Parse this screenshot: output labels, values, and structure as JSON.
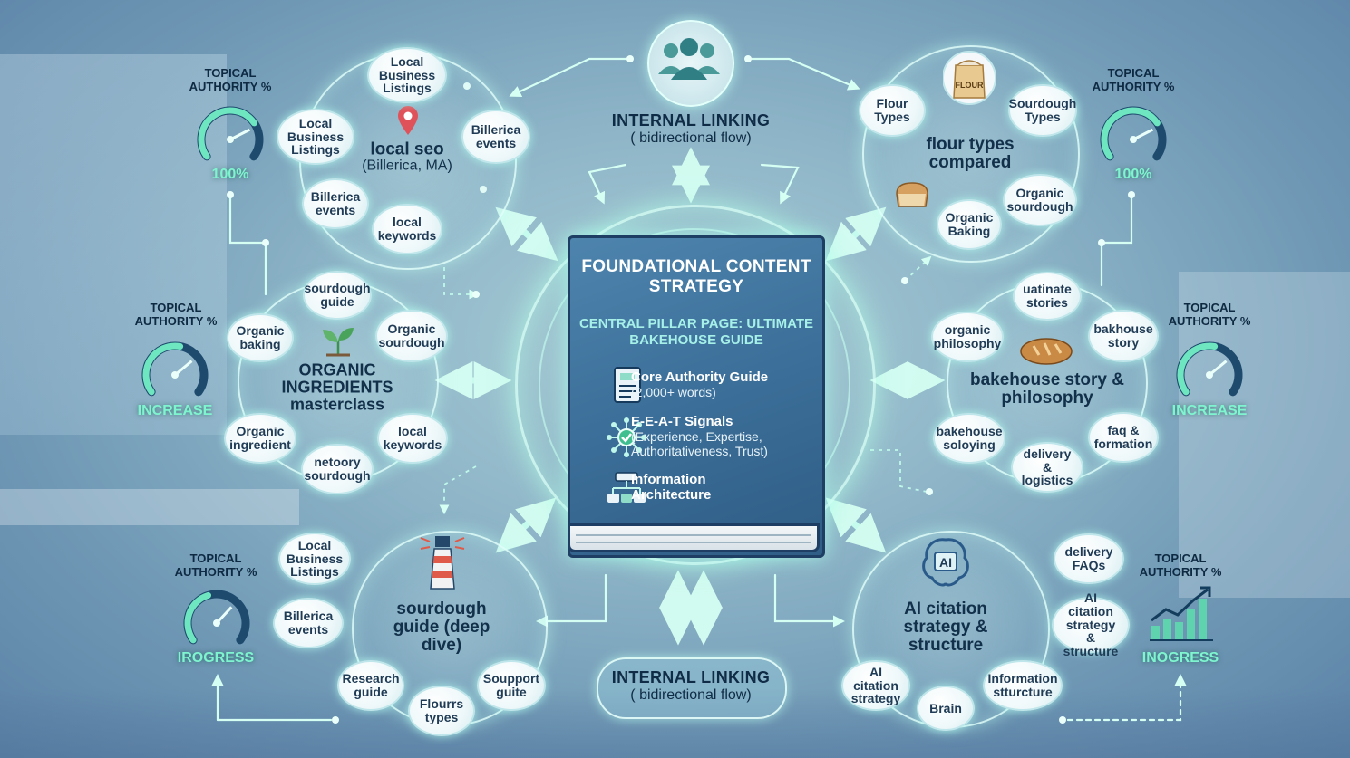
{
  "center": {
    "title": "FOUNDATIONAL CONTENT STRATEGY",
    "subtitle": "CENTRAL PILLAR PAGE: ULTIMATE BAKEHOUSE GUIDE",
    "features": [
      {
        "title": "Core Authority Guide",
        "detail": "(2,000+ words)",
        "icon": "document-icon"
      },
      {
        "title": "E-E-A-T Signals",
        "detail": "(Experience, Expertise, Authoritativeness, Trust)",
        "icon": "network-check-icon"
      },
      {
        "title": "Information Architecture",
        "detail": "",
        "icon": "sitemap-icon"
      }
    ]
  },
  "internal_linking_top": {
    "title": "INTERNAL LINKING",
    "subtitle": "( bidirectional flow)"
  },
  "internal_linking_bottom": {
    "title": "INTERNAL LINKING",
    "subtitle": "( bidirectional flow)"
  },
  "clusters": [
    {
      "id": "local-seo",
      "title": "local seo",
      "subtitle": "(Billerica, MA)",
      "bubbles": [
        "Local Business Listings",
        "Billerica events",
        "local keywords",
        "Billerica events",
        "Local Business Listings"
      ]
    },
    {
      "id": "flour",
      "title": "flour types compared",
      "bubbles": [
        "Flour Types",
        "Sourdough Types",
        "Organic sourdough",
        "Organic Baking"
      ],
      "flour_bag_label": "FLOUR"
    },
    {
      "id": "organic",
      "title": "ORGANIC INGREDIENTS masterclass",
      "bubbles": [
        "sourdough guide",
        "Organic sourdough",
        "local keywords",
        "netoory sourdough",
        "Organic ingredient",
        "Organic baking"
      ]
    },
    {
      "id": "bakehouse",
      "title": "bakehouse story & philosophy",
      "bubbles": [
        "uatinate stories",
        "bakhouse story",
        "faq & formation",
        "delivery & logistics",
        "bakehouse soloying",
        "organic philosophy"
      ]
    },
    {
      "id": "sourdough",
      "title": "sourdough guide (deep dive)",
      "bubbles": [
        "Local Business Listings",
        "Billerica events",
        "Research guide",
        "Flourrs types",
        "Soupport guite"
      ]
    },
    {
      "id": "ai",
      "title": "AI citation strategy & structure",
      "bubbles": [
        "delivery FAQs",
        "AI citation strategy & structure",
        "Information stturcture",
        "Brain",
        "AI citation strategy"
      ],
      "brain_label": "AI"
    }
  ],
  "gauges": [
    {
      "label": "TOPICAL AUTHORITY %",
      "value": "100%",
      "level": 1.0
    },
    {
      "label": "TOPICAL AUTHORITY %",
      "value": "100%",
      "level": 1.0
    },
    {
      "label": "TOPICAL AUTHORITY %",
      "value": "INCREASE",
      "level": 0.75
    },
    {
      "label": "TOPICAL AUTHORITY %",
      "value": "INCREASE",
      "level": 0.75
    },
    {
      "label": "TOPICAL AUTHORITY %",
      "value": "IROGRESS",
      "level": 0.6
    },
    {
      "label": "TOPICAL AUTHORITY %",
      "value": "INOGRESS",
      "level": 0.6
    }
  ],
  "colors": {
    "accent": "#7ff5cf",
    "navy": "#12304a",
    "book": "#3a6d97",
    "glow": "#b8ffe9"
  }
}
